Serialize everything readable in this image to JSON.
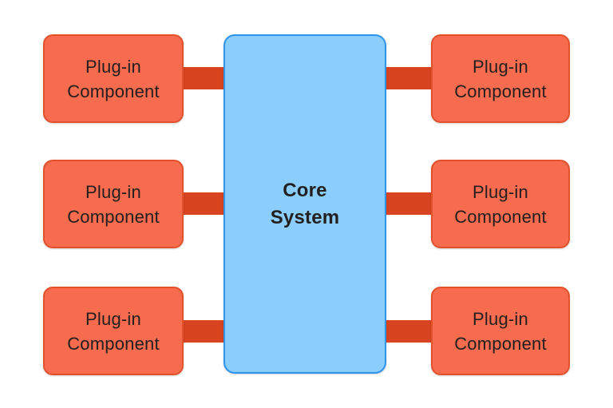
{
  "colors": {
    "background": "#ffffff",
    "plugin_fill": "#f76c4e",
    "plugin_border": "#e2512b",
    "connector": "#d94420",
    "core_fill": "#8ccefb",
    "core_border": "#2e94ec",
    "text": "#231f20"
  },
  "diagram": {
    "type": "plugin-architecture",
    "core": {
      "label": "Core\nSystem"
    },
    "plugins_left": [
      {
        "label": "Plug-in\nComponent"
      },
      {
        "label": "Plug-in\nComponent"
      },
      {
        "label": "Plug-in\nComponent"
      }
    ],
    "plugins_right": [
      {
        "label": "Plug-in\nComponent"
      },
      {
        "label": "Plug-in\nComponent"
      },
      {
        "label": "Plug-in\nComponent"
      }
    ]
  }
}
